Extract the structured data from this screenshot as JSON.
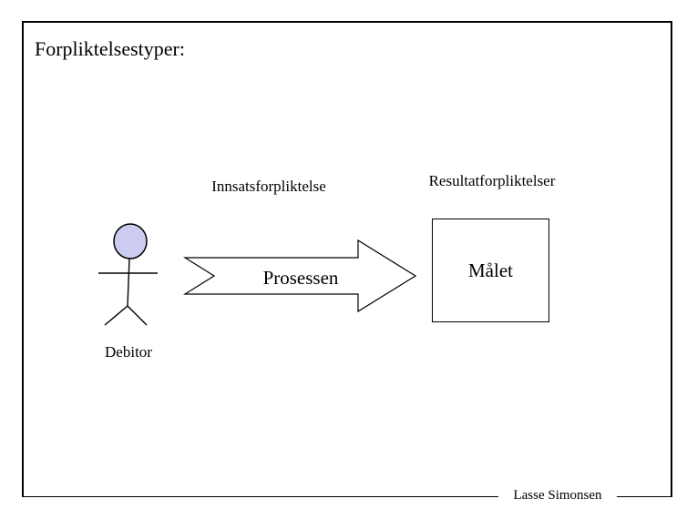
{
  "slide": {
    "title": "Forpliktelsestyper:",
    "columns": {
      "effort_label": "Innsatsforpliktelse",
      "result_label": "Resultatforpliktelser"
    },
    "actor": {
      "label": "Debitor"
    },
    "process_arrow": {
      "label": "Prosessen"
    },
    "goal_box": {
      "label": "Målet"
    },
    "footer": {
      "author": "Lasse Simonsen"
    },
    "colors": {
      "background": "#FFFFFF",
      "stroke": "#000000",
      "actor_head_fill": "#CCCCF0"
    }
  }
}
